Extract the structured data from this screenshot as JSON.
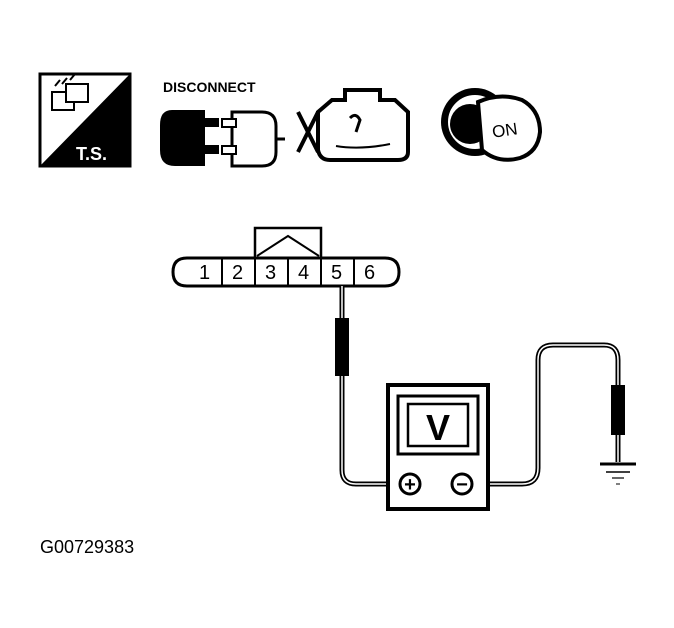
{
  "icons": {
    "ts_label": "T.S.",
    "disconnect_label": "DISCONNECT",
    "ignition_label": "ON"
  },
  "connector": {
    "pins": [
      "1",
      "2",
      "3",
      "4",
      "5",
      "6"
    ]
  },
  "meter": {
    "symbol": "V",
    "positive_symbol": "+",
    "negative_symbol": "−"
  },
  "figure_id": "G00729383"
}
